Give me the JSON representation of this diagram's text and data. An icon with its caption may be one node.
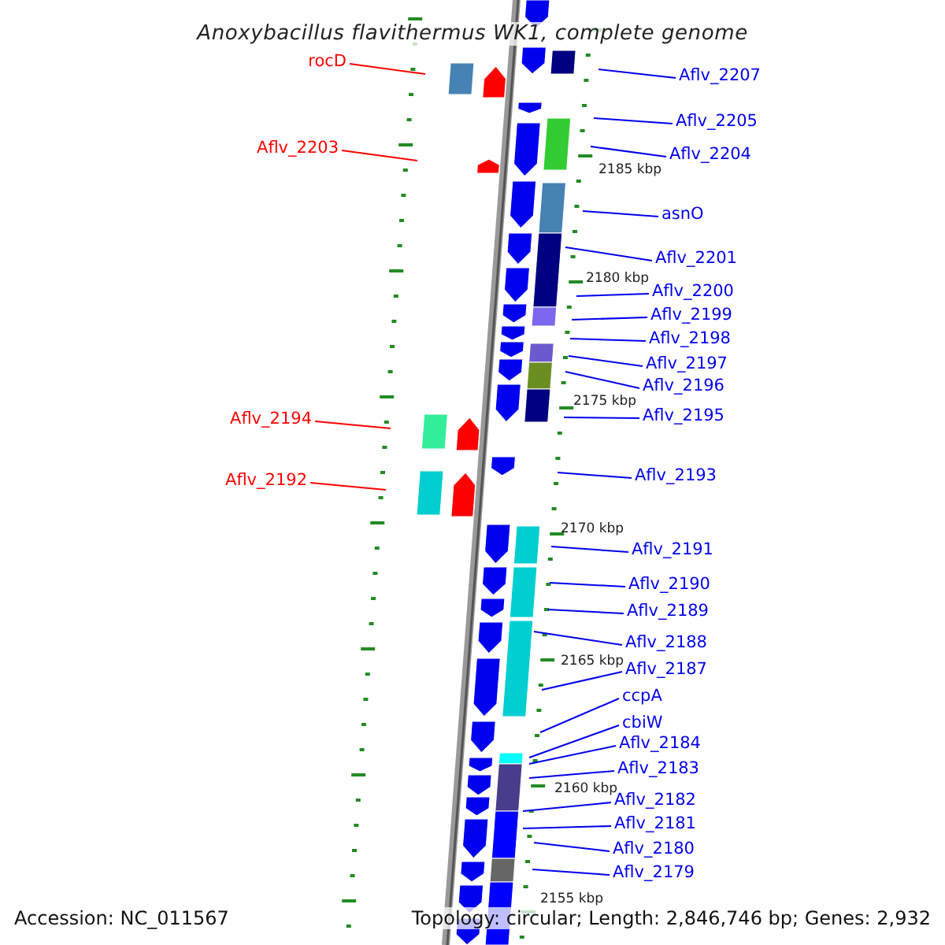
{
  "diagram": {
    "title": "Anoxybacillus flavithermus WK1, complete genome",
    "nodes": [
      {
        "text": [
          "rocD"
        ]
      },
      {
        "text": [
          "Aflv_2207"
        ]
      },
      {
        "text": [
          "Aflv_2205"
        ]
      },
      {
        "text": [
          "Aflv_2203"
        ]
      },
      {
        "text": [
          "Aflv_2204"
        ]
      },
      {
        "text": [
          "asnO"
        ]
      },
      {
        "text": [
          "Aflv_2201"
        ]
      },
      {
        "text": [
          "Aflv_2200"
        ]
      },
      {
        "text": [
          "Aflv_2199"
        ]
      },
      {
        "text": [
          "Aflv_2198"
        ]
      },
      {
        "text": [
          "Aflv_2197"
        ]
      },
      {
        "text": [
          "Aflv_2196"
        ]
      },
      {
        "text": [
          "Aflv_2194"
        ]
      },
      {
        "text": [
          "Aflv_2195"
        ]
      },
      {
        "text": [
          "Aflv_2193"
        ]
      },
      {
        "text": [
          "Aflv_2192"
        ]
      },
      {
        "text": [
          "Aflv_2191"
        ]
      },
      {
        "text": [
          "Aflv_2190"
        ]
      },
      {
        "text": [
          "Aflv_2189"
        ]
      },
      {
        "text": [
          "Aflv_2188"
        ]
      },
      {
        "text": [
          "Aflv_2187"
        ]
      },
      {
        "text": [
          "ccpA"
        ]
      },
      {
        "text": [
          "cbiW"
        ]
      },
      {
        "text": [
          "Aflv_2184"
        ]
      },
      {
        "text": [
          "Aflv_2183"
        ]
      },
      {
        "text": [
          "Aflv_2182"
        ]
      },
      {
        "text": [
          "Aflv_2181"
        ]
      },
      {
        "text": [
          "Aflv_2180"
        ]
      },
      {
        "text": [
          "Aflv_2179"
        ]
      }
    ],
    "edges": [
      {
        "from": 0,
        "to": null,
        "arrow": "none",
        "color": "#ff0000"
      },
      {
        "from": 1,
        "to": null,
        "arrow": "none"
      },
      {
        "from": 2,
        "to": null,
        "arrow": "none"
      },
      {
        "from": 3,
        "to": null,
        "arrow": "none",
        "color": "#ff0000"
      },
      {
        "from": 4,
        "to": null,
        "arrow": "none"
      },
      {
        "from": 5,
        "to": null,
        "arrow": "none"
      },
      {
        "from": 6,
        "to": null,
        "arrow": "none"
      },
      {
        "from": 7,
        "to": null,
        "arrow": "none"
      },
      {
        "from": 8,
        "to": null,
        "arrow": "none"
      },
      {
        "from": 9,
        "to": null,
        "arrow": "none"
      },
      {
        "from": 10,
        "to": null,
        "arrow": "none"
      },
      {
        "from": 11,
        "to": null,
        "arrow": "none"
      },
      {
        "from": 12,
        "to": null,
        "arrow": "none",
        "color": "#ff0000"
      },
      {
        "from": 13,
        "to": null,
        "arrow": "none"
      },
      {
        "from": 14,
        "to": null,
        "arrow": "none"
      },
      {
        "from": 15,
        "to": null,
        "arrow": "none",
        "color": "#ff0000"
      },
      {
        "from": 16,
        "to": null,
        "arrow": "none"
      },
      {
        "from": 17,
        "to": null,
        "arrow": "none"
      },
      {
        "from": 18,
        "to": null,
        "arrow": "none"
      },
      {
        "from": 19,
        "to": null,
        "arrow": "none"
      },
      {
        "from": 20,
        "to": null,
        "arrow": "none"
      },
      {
        "from": 21,
        "to": null,
        "arrow": "none"
      },
      {
        "from": 22,
        "to": null,
        "arrow": "none"
      },
      {
        "from": 23,
        "to": null,
        "arrow": "none"
      },
      {
        "from": 24,
        "to": null,
        "arrow": "none"
      },
      {
        "from": 25,
        "to": null,
        "arrow": "none"
      },
      {
        "from": 26,
        "to": null,
        "arrow": "none"
      },
      {
        "from": 27,
        "to": null,
        "arrow": "none"
      },
      {
        "from": 28,
        "to": null,
        "arrow": "none"
      }
    ],
    "labels": [
      "2185 kbp",
      "2180 kbp",
      "2175 kbp",
      "2170 kbp",
      "2165 kbp",
      "2160 kbp",
      "2155 kbp",
      "Accession: NC_011567",
      "Topology: circular; Length: 2,846,746 bp; Genes: 2,932"
    ]
  }
}
